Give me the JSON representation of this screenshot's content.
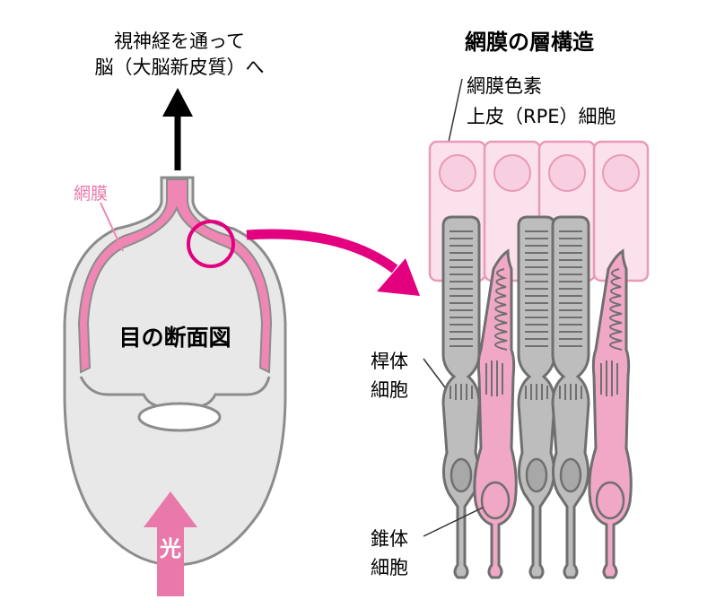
{
  "labels": {
    "optic_line1": "視神経を通って",
    "optic_line2": "脳（大脳新皮質）へ",
    "retina": "網膜",
    "eye_section": "目の断面図",
    "light": "光",
    "layer_title": "網膜の層構造",
    "rpe_line1": "網膜色素",
    "rpe_line2": "上皮（RPE）細胞",
    "rod_line1": "桿体",
    "rod_line2": "細胞",
    "cone_line1": "錐体",
    "cone_line2": "細胞"
  },
  "colors": {
    "magenta": "#e2007f",
    "pink": "#f0a0c0",
    "light_pink": "#fbe1ec",
    "gray": "#bdbdbd",
    "dark_gray": "#777777"
  }
}
